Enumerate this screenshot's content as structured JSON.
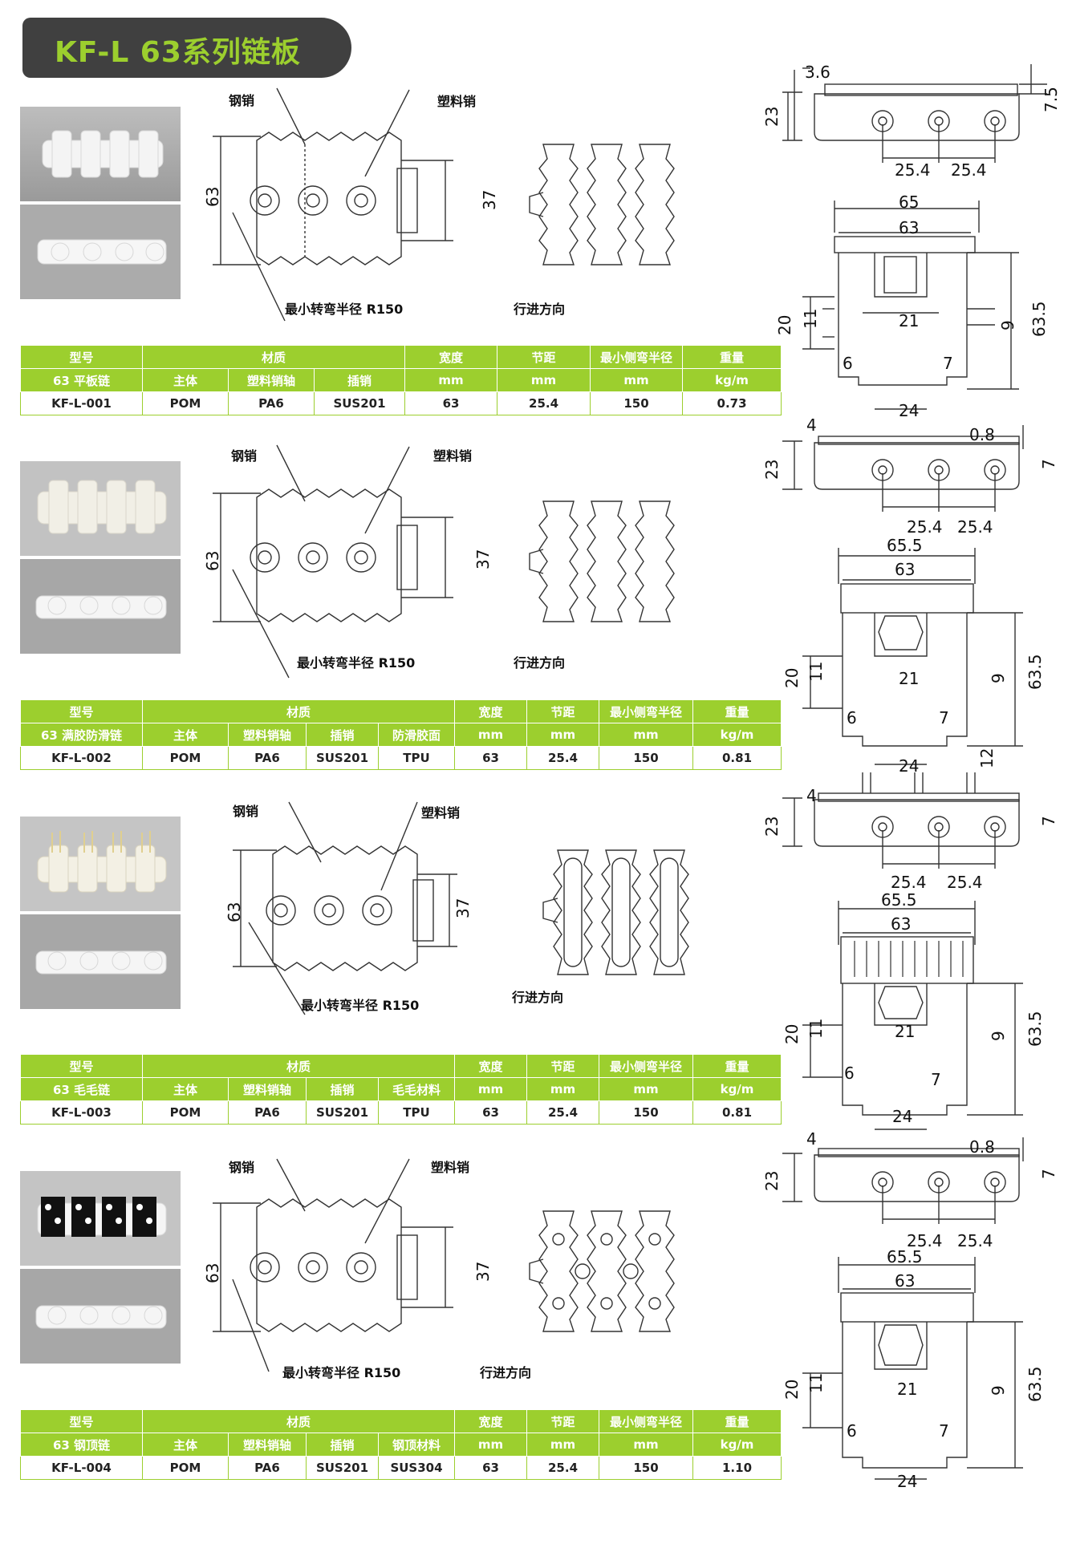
{
  "title": "KF-L 63系列链板",
  "labels": {
    "steel_pin": "钢销",
    "plastic_pin": "塑料销",
    "min_radius": "最小转弯半径 R150",
    "direction": "行进方向"
  },
  "dims": {
    "d63": "63",
    "d37": "37",
    "d3_6": "3.6",
    "d4": "4",
    "d23": "23",
    "d7_5": "7.5",
    "d7": "7",
    "d0_8": "0.8",
    "d12": "12",
    "d25_4": "25.4",
    "d65": "65",
    "d65_5": "65.5",
    "d63_5": "63.5",
    "d20": "20",
    "d11": "11",
    "d21": "21",
    "d9": "9",
    "d6": "6",
    "d24": "24"
  },
  "table_headers": {
    "model": "型号",
    "material": "材质",
    "width": "宽度",
    "pitch": "节距",
    "min_side_bend": "最小侧弯半径",
    "weight": "重量",
    "body": "主体",
    "plastic_pin_shaft": "塑料销轴",
    "pin": "插销",
    "unit_mm": "mm",
    "unit_kgm": "kg/m"
  },
  "products": [
    {
      "series": "63 平板链",
      "extra_header": "",
      "code": "KF-L-001",
      "body": "POM",
      "pin_shaft": "PA6",
      "pin": "SUS201",
      "extra_value": "",
      "width": "63",
      "pitch": "25.4",
      "radius": "150",
      "weight": "0.73"
    },
    {
      "series": "63 满胶防滑链",
      "extra_header": "防滑胶面",
      "code": "KF-L-002",
      "body": "POM",
      "pin_shaft": "PA6",
      "pin": "SUS201",
      "extra_value": "TPU",
      "width": "63",
      "pitch": "25.4",
      "radius": "150",
      "weight": "0.81"
    },
    {
      "series": "63 毛毛链",
      "extra_header": "毛毛材料",
      "code": "KF-L-003",
      "body": "POM",
      "pin_shaft": "PA6",
      "pin": "SUS201",
      "extra_value": "TPU",
      "width": "63",
      "pitch": "25.4",
      "radius": "150",
      "weight": "0.81"
    },
    {
      "series": "63 钢顶链",
      "extra_header": "钢顶材料",
      "code": "KF-L-004",
      "body": "POM",
      "pin_shaft": "PA6",
      "pin": "SUS201",
      "extra_value": "SUS304",
      "width": "63",
      "pitch": "25.4",
      "radius": "150",
      "weight": "1.10"
    }
  ],
  "colors": {
    "brand_green": "#9ccf2e",
    "title_bg": "#404040",
    "line": "#333333"
  }
}
